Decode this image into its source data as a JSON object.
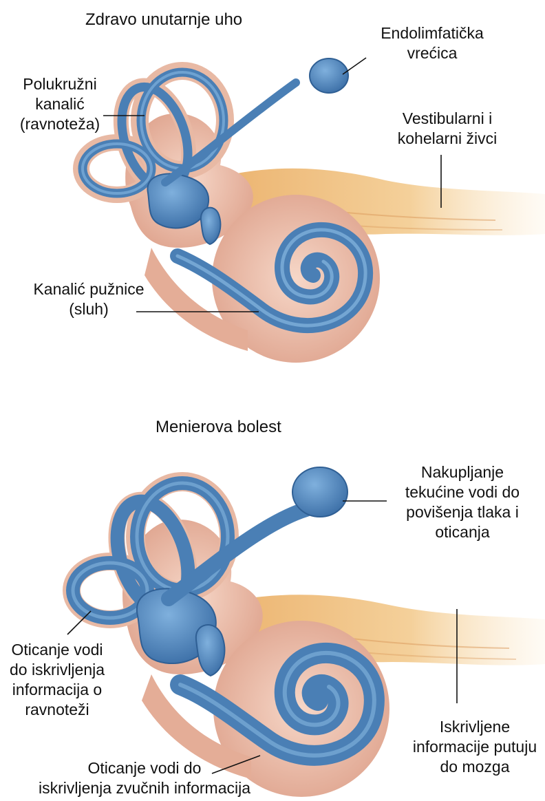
{
  "top": {
    "title": "Zdravo unutarnje uho",
    "labels": {
      "semicircular": "Polukružni\nkanalić\n(ravnoteža)",
      "sac": "Endolimfatička\nvrećica",
      "nerves": "Vestibularni i\nkohelarni živci",
      "cochlea": "Kanalić pužnice\n(sluh)"
    }
  },
  "bottom": {
    "title": "Menierova bolest",
    "labels": {
      "fluid": "Nakupljanje\ntekućine vodi do\npovišenja tlaka i\noticanja",
      "balance": "Oticanje vodi\ndo iskrivljenja\ninformacija o\nravnoteži",
      "nerves": "Iskrivljene\ninformacije putuju\ndo mozga",
      "sound": "Oticanje vodi do\niskrivljenja zvučnih informacija"
    }
  },
  "colors": {
    "labyrinth": "#4a7fb5",
    "labyrinth_edge": "#2f5f94",
    "bone": "#e9b9a5",
    "bone_inner": "#d6a08a",
    "nerve": "#efbf7c"
  }
}
